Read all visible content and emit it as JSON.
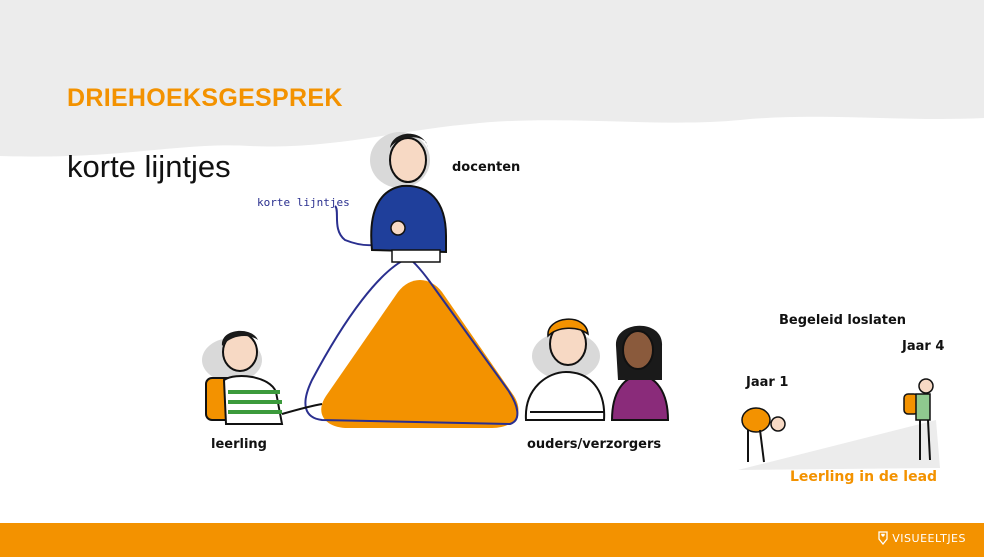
{
  "slide": {
    "title": "DRIEHOEKSGESPREK",
    "subtitle": "korte lijntjes"
  },
  "illustration": {
    "label_docenten": "docenten",
    "label_korte_lijntjes": "korte lijntjes",
    "label_leerling": "leerling",
    "label_ouders": "ouders/verzorgers",
    "label_begeleid": "Begeleid loslaten",
    "label_jaar4": "Jaar 4",
    "label_jaar1": "Jaar 1",
    "label_lead": "Leerling in de lead"
  },
  "footer": {
    "brand": "VISUEELTJES"
  },
  "colors": {
    "accent": "#f39200",
    "band_gray": "#ececec",
    "line_blue": "#2a2f8f",
    "shirt_blue": "#1f3f9b",
    "shirt_purple": "#8a2b7a"
  }
}
